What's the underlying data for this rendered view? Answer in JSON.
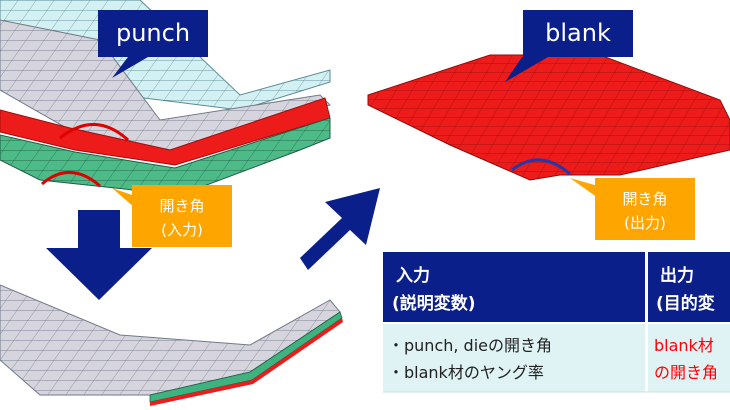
{
  "labels": {
    "punch": "punch",
    "blank": "blank"
  },
  "callouts": {
    "input_angle": {
      "line1": "開き角",
      "line2": "(入力)"
    },
    "output_angle": {
      "line1": "開き角",
      "line2": "(出力)"
    }
  },
  "table": {
    "header": {
      "input_line1": "入力",
      "input_line2": "(説明変数)",
      "output_line1": "出力",
      "output_line2": "(目的変"
    },
    "body": {
      "input_line1": "・punch, dieの開き角",
      "input_line2": "・blank材のヤング率",
      "output_line1": "blank材",
      "output_line2": "の開き角"
    }
  },
  "colors": {
    "navy": "#0b1f8a",
    "blank_red": "#ee1b1b",
    "die_green": "#3fb37f",
    "punch_cyan": "#cdeef0",
    "mesh_gray": "#cfcfd8",
    "orange": "#ffa500",
    "arc_red": "#e00000",
    "arc_blue": "#2438a8",
    "table_head": "#0b1f8a",
    "table_body": "#dff3f4"
  }
}
